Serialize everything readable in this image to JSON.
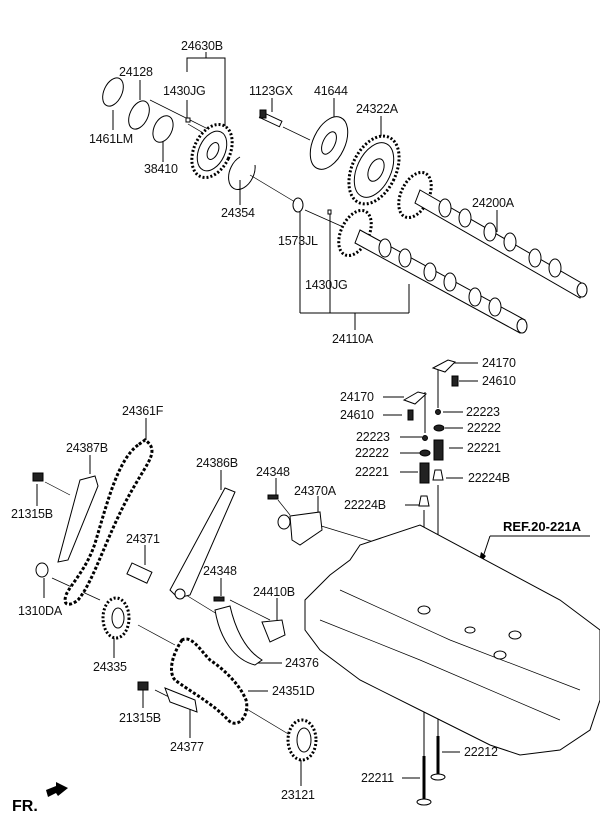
{
  "diagram": {
    "title": "Camshaft & Valve / Timing Chain",
    "reference": "REF.20-221A",
    "direction_label": "FR.",
    "labels": {
      "p24630B": "24630B",
      "p24128": "24128",
      "p1430JG_top": "1430JG",
      "p1461LM": "1461LM",
      "p38410": "38410",
      "p1123GX": "1123GX",
      "p41644": "41644",
      "p24322A": "24322A",
      "p24354": "24354",
      "p24200A": "24200A",
      "p1573JL": "1573JL",
      "p1430JG_low": "1430JG",
      "p24110A": "24110A",
      "p24170_a": "24170",
      "p24610_a": "24610",
      "p24170_b": "24170",
      "p24610_b": "24610",
      "p22223_a": "22223",
      "p22222_a": "22222",
      "p22223_b": "22223",
      "p22222_b": "22222",
      "p22221_a": "22221",
      "p22221_b": "22221",
      "p22224B_a": "22224B",
      "p22224B_b": "22224B",
      "p24361F": "24361F",
      "p24387B": "24387B",
      "p24386B": "24386B",
      "p24348_a": "24348",
      "p24370A": "24370A",
      "p21315B_a": "21315B",
      "p24371": "24371",
      "p24348_b": "24348",
      "p24410B": "24410B",
      "p1310DA": "1310DA",
      "p24335": "24335",
      "p24376": "24376",
      "p24351D": "24351D",
      "p21315B_b": "21315B",
      "p24377": "24377",
      "p23121": "23121",
      "p22212": "22212",
      "p22211": "22211"
    }
  }
}
